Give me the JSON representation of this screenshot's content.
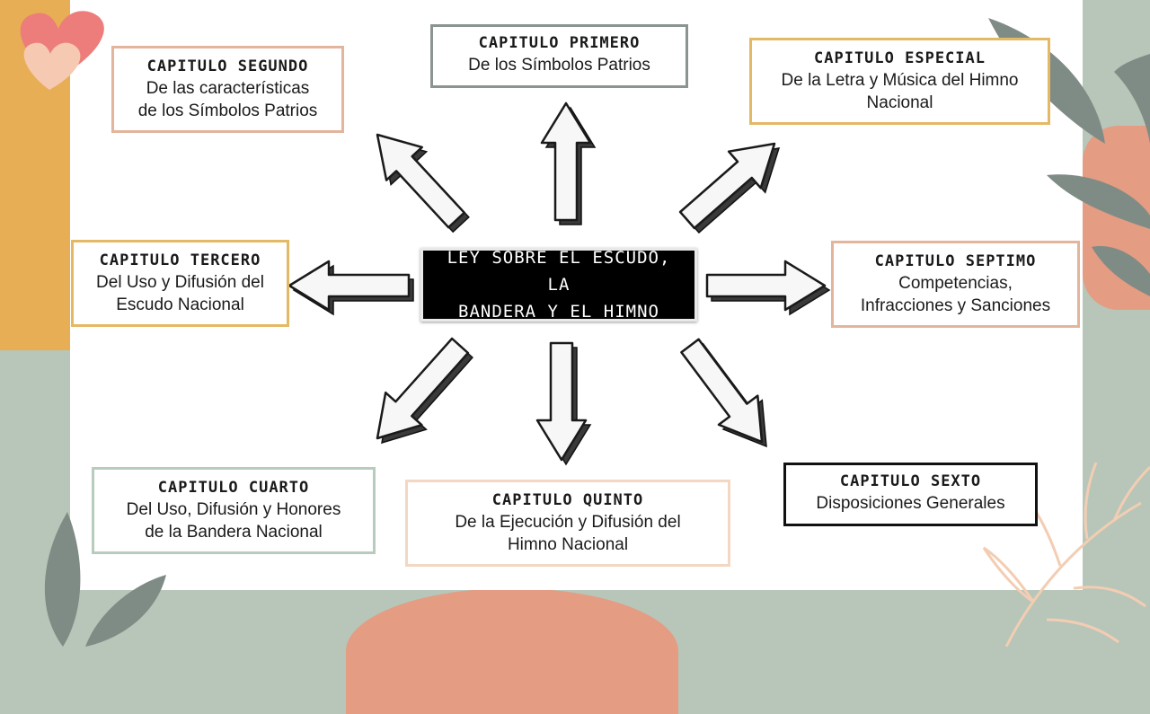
{
  "center": {
    "line1": "LEY SOBRE EL ESCUDO, LA",
    "line2": "BANDERA Y EL HIMNO"
  },
  "chapters": {
    "primero": {
      "title": "CAPITULO PRIMERO",
      "lines": [
        "De los Símbolos Patrios"
      ],
      "border": "#8a9490"
    },
    "segundo": {
      "title": "CAPITULO SEGUNDO",
      "lines": [
        "De las características",
        "de los Símbolos Patrios"
      ],
      "border": "#e2b59c"
    },
    "especial": {
      "title": "CAPITULO ESPECIAL",
      "lines": [
        "De la Letra y Música del Himno",
        "Nacional"
      ],
      "border": "#e4b965"
    },
    "tercero": {
      "title": "CAPITULO TERCERO",
      "lines": [
        "Del Uso y Difusión del",
        "Escudo Nacional"
      ],
      "border": "#e4b965"
    },
    "septimo": {
      "title": "CAPITULO SEPTIMO",
      "lines": [
        "Competencias,",
        "Infracciones y Sanciones"
      ],
      "border": "#e2b59c"
    },
    "cuarto": {
      "title": "CAPITULO CUARTO",
      "lines": [
        "Del Uso, Difusión y Honores",
        "de la Bandera Nacional"
      ],
      "border": "#b8ccbd"
    },
    "quinto": {
      "title": "CAPITULO QUINTO",
      "lines": [
        "De la Ejecución y Difusión del",
        "Himno Nacional"
      ],
      "border": "#f3d7c2"
    },
    "sexto": {
      "title": "CAPITULO SEXTO",
      "lines": [
        "Disposiciones Generales"
      ],
      "border": "#111111"
    }
  },
  "colors": {
    "orange": "#e8ae55",
    "sage": "#b7c6b8",
    "terracotta": "#e49c83",
    "heart": "#ec7d7a",
    "heart_light": "#f6c9b2",
    "leaf": "#7f8c85"
  }
}
